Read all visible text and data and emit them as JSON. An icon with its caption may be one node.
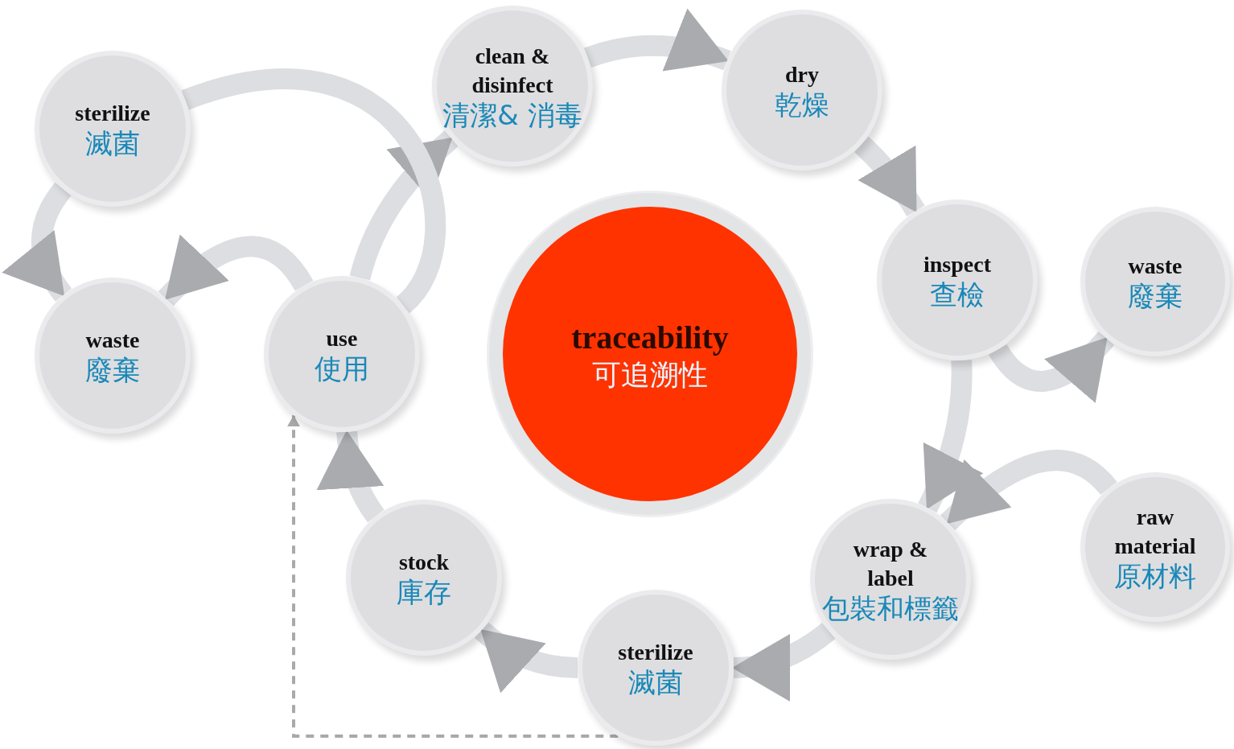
{
  "diagram": {
    "nodes": [
      {
        "text": [
          "sterilize",
          "滅菌"
        ]
      },
      {
        "text": [
          "waste",
          "廢棄"
        ]
      },
      {
        "text": [
          "use",
          "使用"
        ]
      },
      {
        "text": [
          "clean & disinfect",
          "清潔& 消毒"
        ]
      },
      {
        "text": [
          "dry",
          "乾燥"
        ]
      },
      {
        "text": [
          "traceability",
          "可追溯性"
        ]
      },
      {
        "text": [
          "inspect",
          "查檢"
        ]
      },
      {
        "text": [
          "waste",
          "廢棄"
        ]
      },
      {
        "text": [
          "raw material",
          "原材料"
        ]
      },
      {
        "text": [
          "wrap & label",
          "包裝和標籤"
        ]
      },
      {
        "text": [
          "sterilize",
          "滅菌"
        ]
      },
      {
        "text": [
          "stock",
          "庫存"
        ]
      }
    ],
    "edges": [
      {
        "from": 2,
        "to": 3,
        "arrow": "to"
      },
      {
        "from": 3,
        "to": 4,
        "arrow": "to"
      },
      {
        "from": 4,
        "to": 6,
        "arrow": "to"
      },
      {
        "from": 6,
        "to": 7,
        "arrow": "to"
      },
      {
        "from": 6,
        "to": 9,
        "arrow": "to"
      },
      {
        "from": 8,
        "to": 9,
        "arrow": "to"
      },
      {
        "from": 9,
        "to": 10,
        "arrow": "to"
      },
      {
        "from": 10,
        "to": 11,
        "arrow": "to"
      },
      {
        "from": 11,
        "to": 2,
        "arrow": "to"
      },
      {
        "from": 2,
        "to": 1,
        "arrow": "to"
      },
      {
        "from": 2,
        "to": 0,
        "arrow": "none"
      },
      {
        "from": 0,
        "to": 1,
        "arrow": "to"
      },
      {
        "from": 10,
        "to": 2,
        "arrow": "to",
        "style": "dashed",
        "color": "#a9a9a9"
      }
    ]
  }
}
